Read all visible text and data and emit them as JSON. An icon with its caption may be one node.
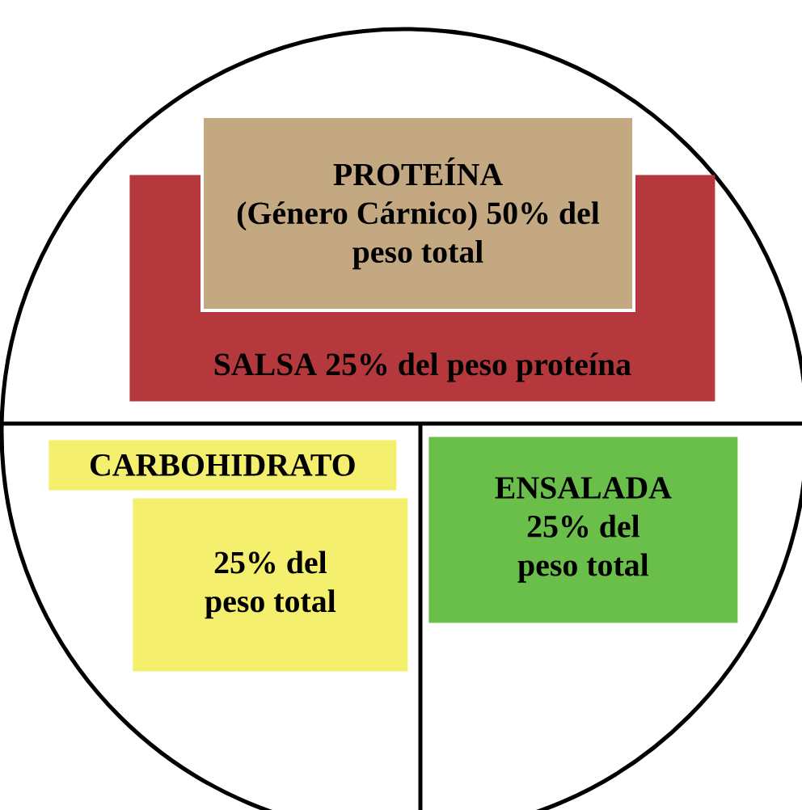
{
  "diagram": {
    "nodes": [
      {
        "text": [
          "PROTEÍNA",
          "(Género Cárnico) 50% del peso total"
        ]
      },
      {
        "text": [
          "SALSA 25% del peso proteína"
        ]
      },
      {
        "text": [
          "CARBOHIDRATO"
        ]
      },
      {
        "text": [
          "25% del peso total"
        ]
      },
      {
        "text": [
          "ENSALADA",
          "25% del peso total"
        ]
      }
    ]
  }
}
